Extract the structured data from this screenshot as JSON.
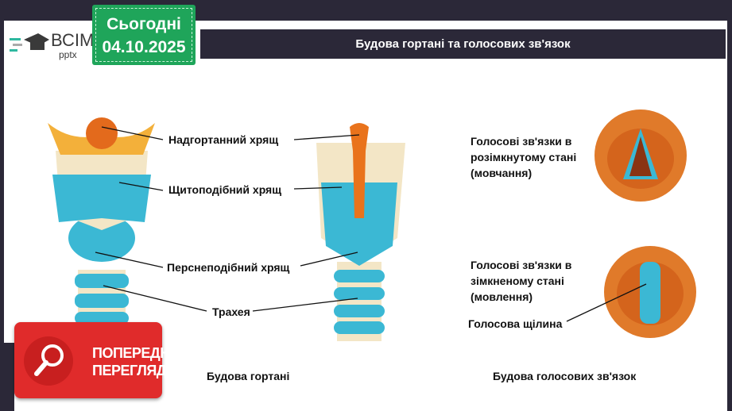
{
  "logo": {
    "name": "ВСІМ",
    "sub": "pptx"
  },
  "date_badge": {
    "label": "Сьогодні",
    "date": "04.10.2025"
  },
  "title": "Будова гортані та голосових зв'язок",
  "larynx_labels": [
    "Надгортанний хрящ",
    "Щитоподібний хрящ",
    "Перснеподібний хрящ",
    "Трахея"
  ],
  "larynx_caption": "Будова гортані",
  "vocal": {
    "open": [
      "Голосові зв'язки в",
      "розімкнутому стані",
      "(мовчання)"
    ],
    "closed": [
      "Голосові зв'язки в",
      "зімкненому стані",
      "(мовлення)"
    ],
    "glottis": "Голосова щілина",
    "caption": "Будова голосових зв'язок"
  },
  "preview": {
    "line1": "ПОПЕРЕДНІЙ",
    "line2": "ПЕРЕГЛЯД"
  },
  "colors": {
    "background": "#2b2838",
    "accent_green": "#1fa55a",
    "preview_red": "#e02b2b",
    "cartilage_blue": "#3bb8d4",
    "epiglottis_orange": "#f08a1c"
  }
}
